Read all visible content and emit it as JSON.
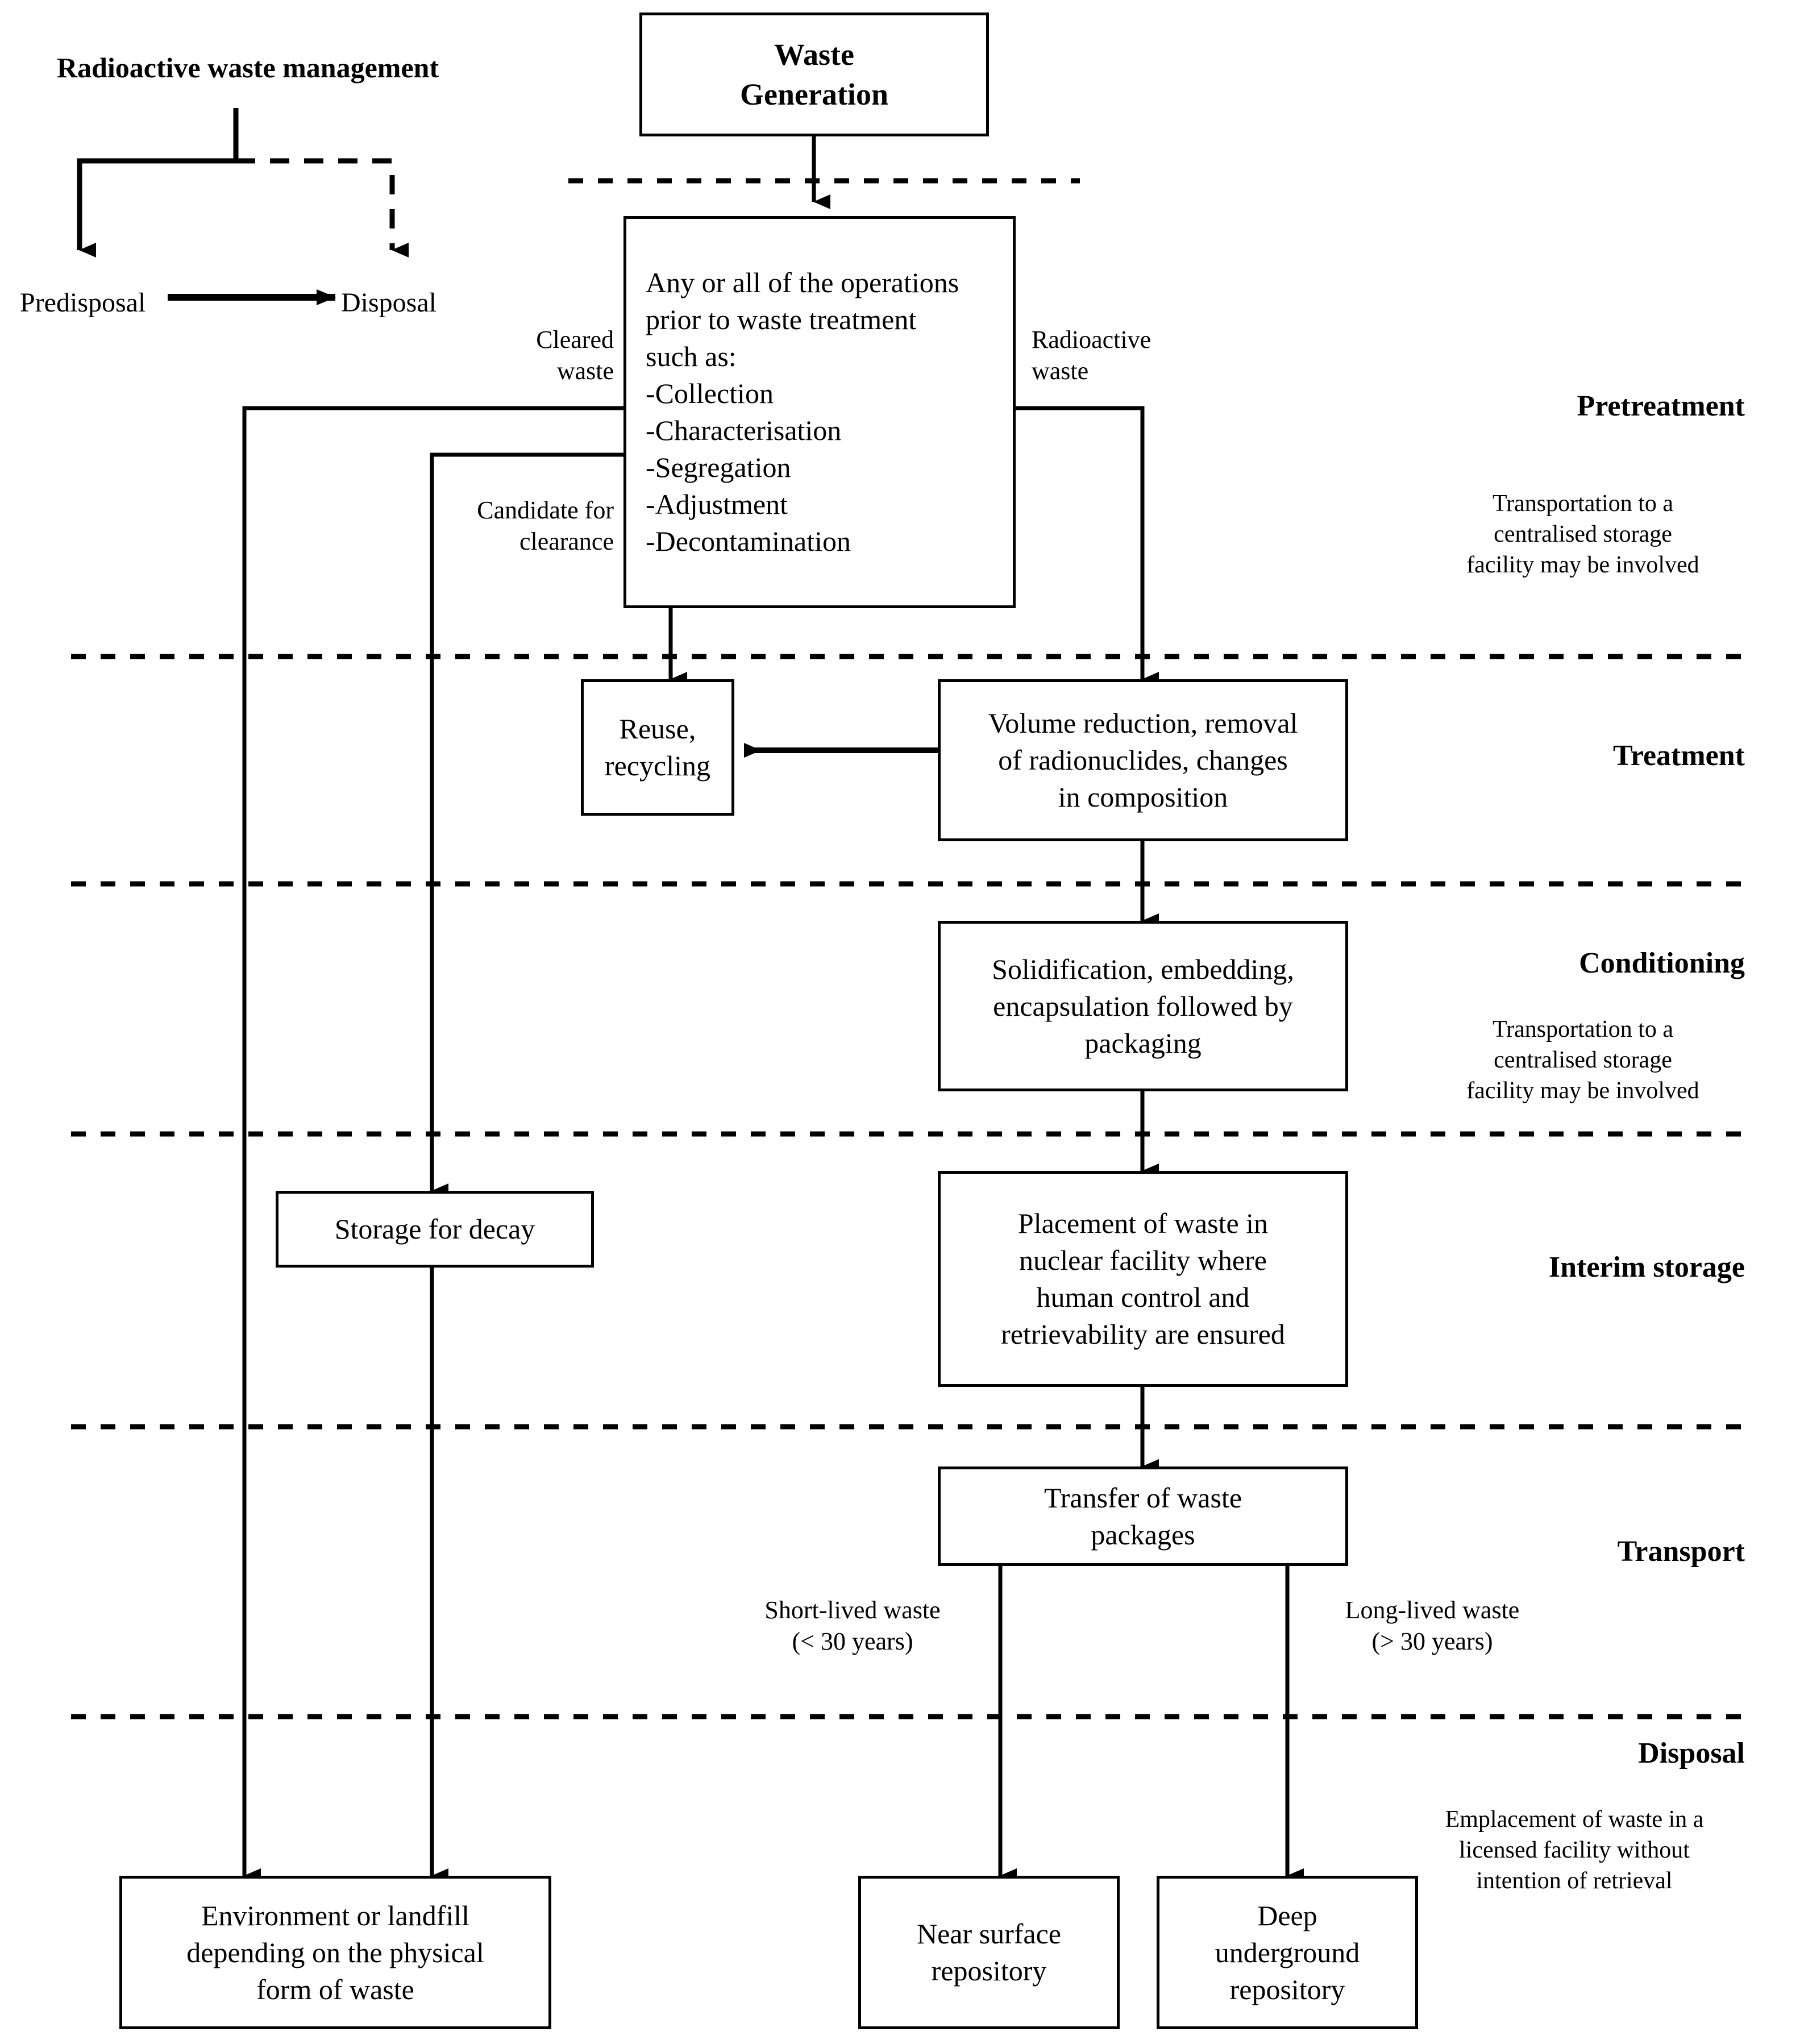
{
  "diagram": {
    "title": "Radioactive waste management",
    "legend": {
      "predisposal": "Predisposal",
      "disposal": "Disposal"
    },
    "nodes": {
      "waste_generation": "Waste\nGeneration",
      "pretreatment_ops": "Any or all of the operations\nprior to waste treatment\nsuch as:\n-Collection\n-Characterisation\n-Segregation\n-Adjustment\n-Decontamination",
      "reuse_recycling": "Reuse,\nrecycling",
      "treatment_box": "Volume reduction, removal\nof radionuclides, changes\nin composition",
      "conditioning_box": "Solidification, embedding,\nencapsulation followed by\npackaging",
      "storage_for_decay": "Storage for decay",
      "interim_storage_box": "Placement of waste in\nnuclear facility where\nhuman control and\nretrievability are ensured",
      "transport_box": "Transfer of waste\npackages",
      "environment_landfill": "Environment or landfill\ndepending on the physical\nform of waste",
      "near_surface_repository": "Near surface\nrepository",
      "deep_underground_repository": "Deep\nunderground\nrepository"
    },
    "edge_labels": {
      "cleared_waste": "Cleared\nwaste",
      "radioactive_waste": "Radioactive\nwaste",
      "candidate_for_clearance": "Candidate for\nclearance",
      "short_lived": "Short-lived waste\n(< 30 years)",
      "long_lived": "Long-lived waste\n(> 30 years)"
    },
    "stages": [
      {
        "id": "pretreatment",
        "title": "Pretreatment",
        "note": "Transportation to a\ncentralised storage\nfacility may be involved"
      },
      {
        "id": "treatment",
        "title": "Treatment",
        "note": ""
      },
      {
        "id": "conditioning",
        "title": "Conditioning",
        "note": "Transportation to a\ncentralised storage\nfacility may be involved"
      },
      {
        "id": "interim-storage",
        "title": "Interim storage",
        "note": ""
      },
      {
        "id": "transport",
        "title": "Transport",
        "note": ""
      },
      {
        "id": "disposal",
        "title": "Disposal",
        "note": "Emplacement of waste in a\nlicensed facility without\nintention of retrieval"
      }
    ],
    "colors": {
      "line": "#000000",
      "background": "#ffffff",
      "box_border": "#000000"
    }
  }
}
